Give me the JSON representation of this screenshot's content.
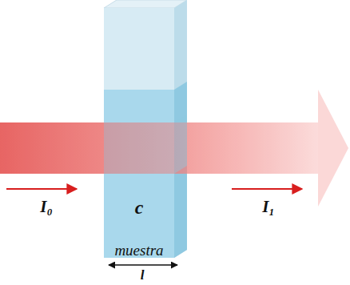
{
  "diagram": {
    "nodes": [
      {
        "text": [
          "c",
          "muestra"
        ]
      }
    ],
    "edges": [],
    "labels": [
      "I₀",
      "I₁",
      "l"
    ]
  }
}
